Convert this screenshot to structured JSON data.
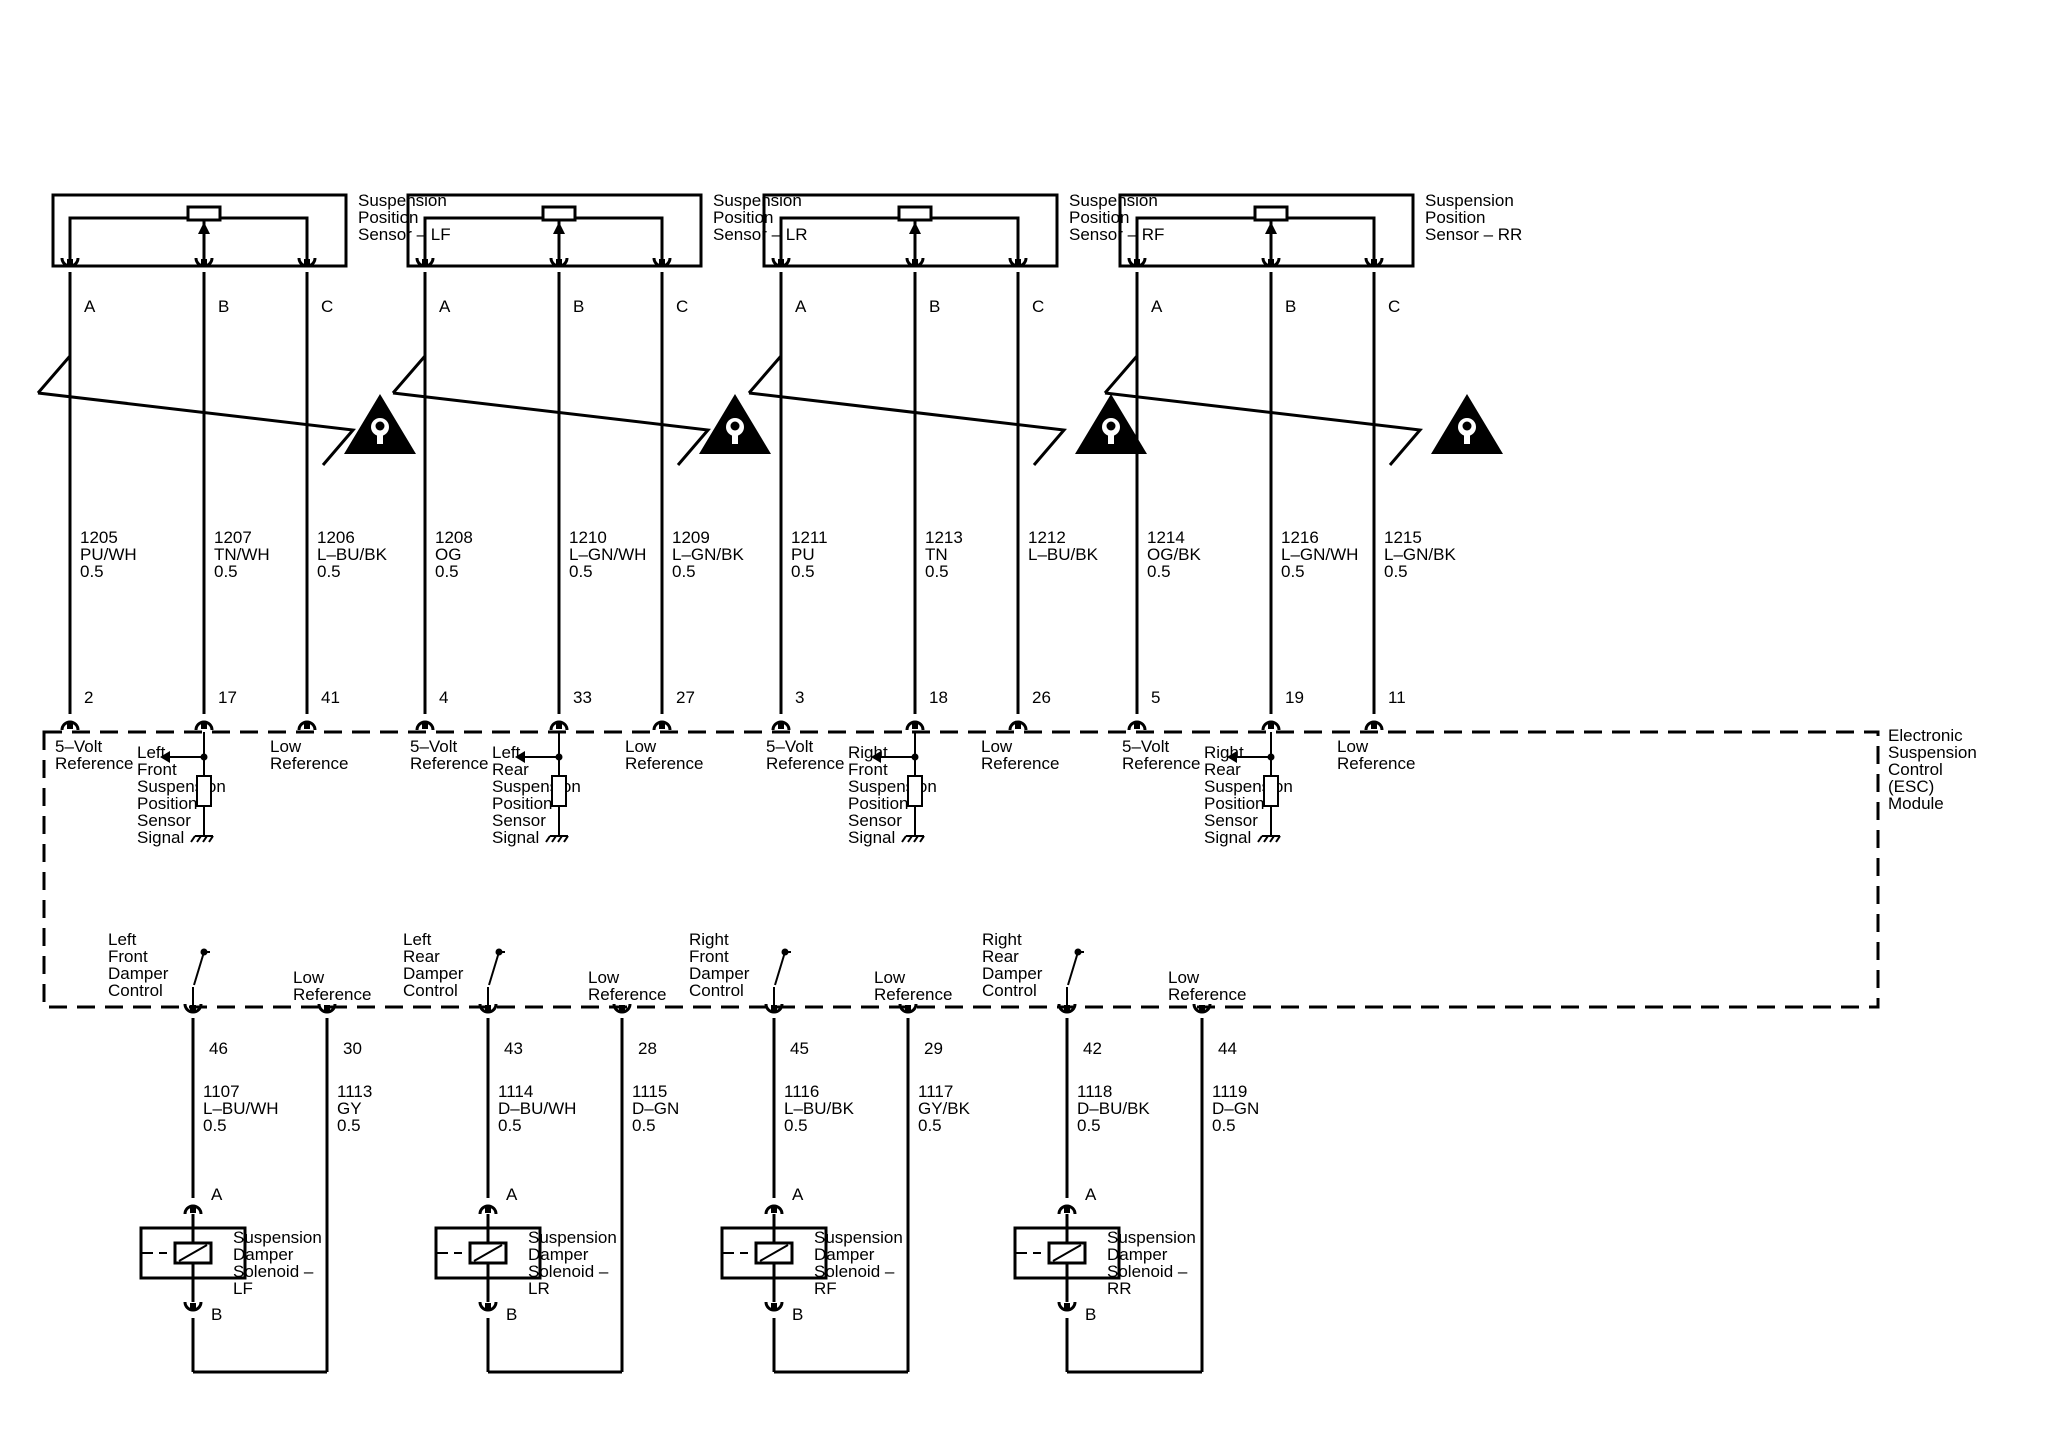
{
  "sensors": [
    {
      "title": [
        "Suspension",
        "Position",
        "Sensor – LF"
      ],
      "pins": [
        "A",
        "B",
        "C"
      ],
      "wires": [
        {
          "circuit": "1205",
          "color": "PU/WH",
          "gauge": "0.5",
          "module_pin": "2"
        },
        {
          "circuit": "1207",
          "color": "TN/WH",
          "gauge": "0.5",
          "module_pin": "17"
        },
        {
          "circuit": "1206",
          "color": "L–BU/BK",
          "gauge": "0.5",
          "module_pin": "41"
        }
      ],
      "module_labels": {
        "ref": [
          "5–Volt",
          "Reference"
        ],
        "signal": [
          "Left",
          "Front",
          "Suspension",
          "Position",
          "Sensor",
          "Signal"
        ],
        "low": [
          "Low",
          "Reference"
        ]
      }
    },
    {
      "title": [
        "Suspension",
        "Position",
        "Sensor – LR"
      ],
      "pins": [
        "A",
        "B",
        "C"
      ],
      "wires": [
        {
          "circuit": "1208",
          "color": "OG",
          "gauge": "0.5",
          "module_pin": "4"
        },
        {
          "circuit": "1210",
          "color": "L–GN/WH",
          "gauge": "0.5",
          "module_pin": "33"
        },
        {
          "circuit": "1209",
          "color": "L–GN/BK",
          "gauge": "0.5",
          "module_pin": "27"
        }
      ],
      "module_labels": {
        "ref": [
          "5–Volt",
          "Reference"
        ],
        "signal": [
          "Left",
          "Rear",
          "Suspension",
          "Position",
          "Sensor",
          "Signal"
        ],
        "low": [
          "Low",
          "Reference"
        ]
      }
    },
    {
      "title": [
        "Suspension",
        "Position",
        "Sensor – RF"
      ],
      "pins": [
        "A",
        "B",
        "C"
      ],
      "wires": [
        {
          "circuit": "1211",
          "color": "PU",
          "gauge": "0.5",
          "module_pin": "3"
        },
        {
          "circuit": "1213",
          "color": "TN",
          "gauge": "0.5",
          "module_pin": "18"
        },
        {
          "circuit": "1212",
          "color": "L–BU/BK",
          "gauge": "",
          "module_pin": "26"
        }
      ],
      "module_labels": {
        "ref": [
          "5–Volt",
          "Reference"
        ],
        "signal": [
          "Right",
          "Front",
          "Suspension",
          "Position",
          "Sensor",
          "Signal"
        ],
        "low": [
          "Low",
          "Reference"
        ]
      }
    },
    {
      "title": [
        "Suspension",
        "Position",
        "Sensor – RR"
      ],
      "pins": [
        "A",
        "B",
        "C"
      ],
      "wires": [
        {
          "circuit": "1214",
          "color": "OG/BK",
          "gauge": "0.5",
          "module_pin": "5"
        },
        {
          "circuit": "1216",
          "color": "L–GN/WH",
          "gauge": "0.5",
          "module_pin": "19"
        },
        {
          "circuit": "1215",
          "color": "L–GN/BK",
          "gauge": "0.5",
          "module_pin": "11"
        }
      ],
      "module_labels": {
        "ref": [
          "5–Volt",
          "Reference"
        ],
        "signal": [
          "Right",
          "Rear",
          "Suspension",
          "Position",
          "Sensor",
          "Signal"
        ],
        "low": [
          "Low",
          "Reference"
        ]
      }
    }
  ],
  "module": {
    "name": [
      "Electronic",
      "Suspension",
      "Control",
      "(ESC)",
      "Module"
    ]
  },
  "dampers": [
    {
      "control_label": [
        "Left",
        "Front",
        "Damper",
        "Control"
      ],
      "low_label": [
        "Low",
        "Reference"
      ],
      "control_wire": {
        "module_pin": "46",
        "circuit": "1107",
        "color": "L–BU/WH",
        "gauge": "0.5"
      },
      "low_wire": {
        "module_pin": "30",
        "circuit": "1113",
        "color": "GY",
        "gauge": "0.5"
      },
      "solenoid_label": [
        "Suspension",
        "Damper",
        "Solenoid –",
        "LF"
      ],
      "pins": [
        "A",
        "B"
      ]
    },
    {
      "control_label": [
        "Left",
        "Rear",
        "Damper",
        "Control"
      ],
      "low_label": [
        "Low",
        "Reference"
      ],
      "control_wire": {
        "module_pin": "43",
        "circuit": "1114",
        "color": "D–BU/WH",
        "gauge": "0.5"
      },
      "low_wire": {
        "module_pin": "28",
        "circuit": "1115",
        "color": "D–GN",
        "gauge": "0.5"
      },
      "solenoid_label": [
        "Suspension",
        "Damper",
        "Solenoid –",
        "LR"
      ],
      "pins": [
        "A",
        "B"
      ]
    },
    {
      "control_label": [
        "Right",
        "Front",
        "Damper",
        "Control"
      ],
      "low_label": [
        "Low",
        "Reference"
      ],
      "control_wire": {
        "module_pin": "45",
        "circuit": "1116",
        "color": "L–BU/BK",
        "gauge": "0.5"
      },
      "low_wire": {
        "module_pin": "29",
        "circuit": "1117",
        "color": "GY/BK",
        "gauge": "0.5"
      },
      "solenoid_label": [
        "Suspension",
        "Damper",
        "Solenoid –",
        "RF"
      ],
      "pins": [
        "A",
        "B"
      ]
    },
    {
      "control_label": [
        "Right",
        "Rear",
        "Damper",
        "Control"
      ],
      "low_label": [
        "Low",
        "Reference"
      ],
      "control_wire": {
        "module_pin": "42",
        "circuit": "1118",
        "color": "D–BU/BK",
        "gauge": "0.5"
      },
      "low_wire": {
        "module_pin": "44",
        "circuit": "1119",
        "color": "D–GN",
        "gauge": "0.5"
      },
      "solenoid_label": [
        "Suspension",
        "Damper",
        "Solenoid –",
        "RR"
      ],
      "pins": [
        "A",
        "B"
      ]
    }
  ],
  "warning_icon": "caution-triangle-icon"
}
